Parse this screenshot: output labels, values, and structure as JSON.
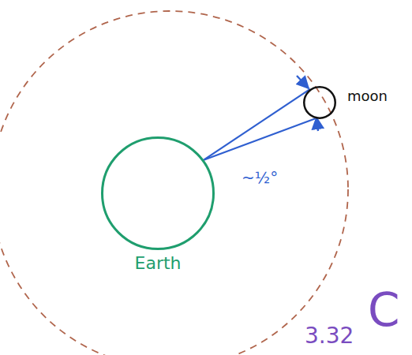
{
  "diagram": {
    "nodes": [
      {
        "text": [
          "Earth"
        ]
      },
      {
        "text": [
          "moon"
        ]
      }
    ],
    "edges": [
      {
        "from": 0,
        "to": 1,
        "arrow": "none"
      },
      {
        "from": 0,
        "to": 1,
        "arrow": "none"
      }
    ],
    "labels": [
      "~½°",
      "C",
      "3.32"
    ]
  }
}
